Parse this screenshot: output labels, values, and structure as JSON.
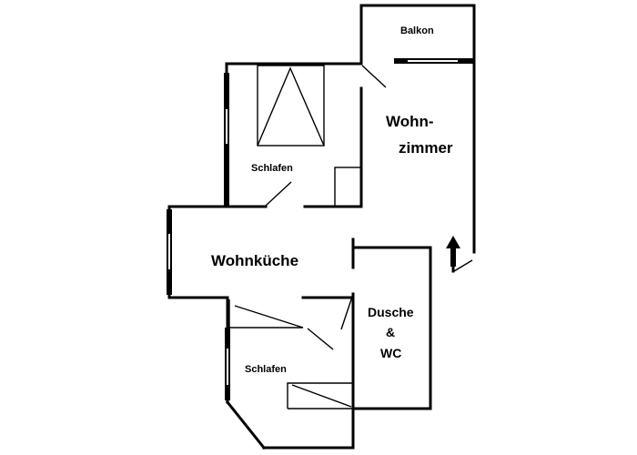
{
  "rooms": {
    "balkon": "Balkon",
    "wohnzimmer_line1": "Wohn-",
    "wohnzimmer_line2": "zimmer",
    "schlafen_top": "Schlafen",
    "wohnkueche": "Wohnküche",
    "dusche_line1": "Dusche",
    "dusche_line2": "&",
    "dusche_line3": "WC",
    "schlafen_bottom": "Schlafen"
  },
  "symbols": {
    "entrance": "arrow-up-icon",
    "bed": "bed-icon",
    "wardrobe": "wardrobe-icon"
  }
}
